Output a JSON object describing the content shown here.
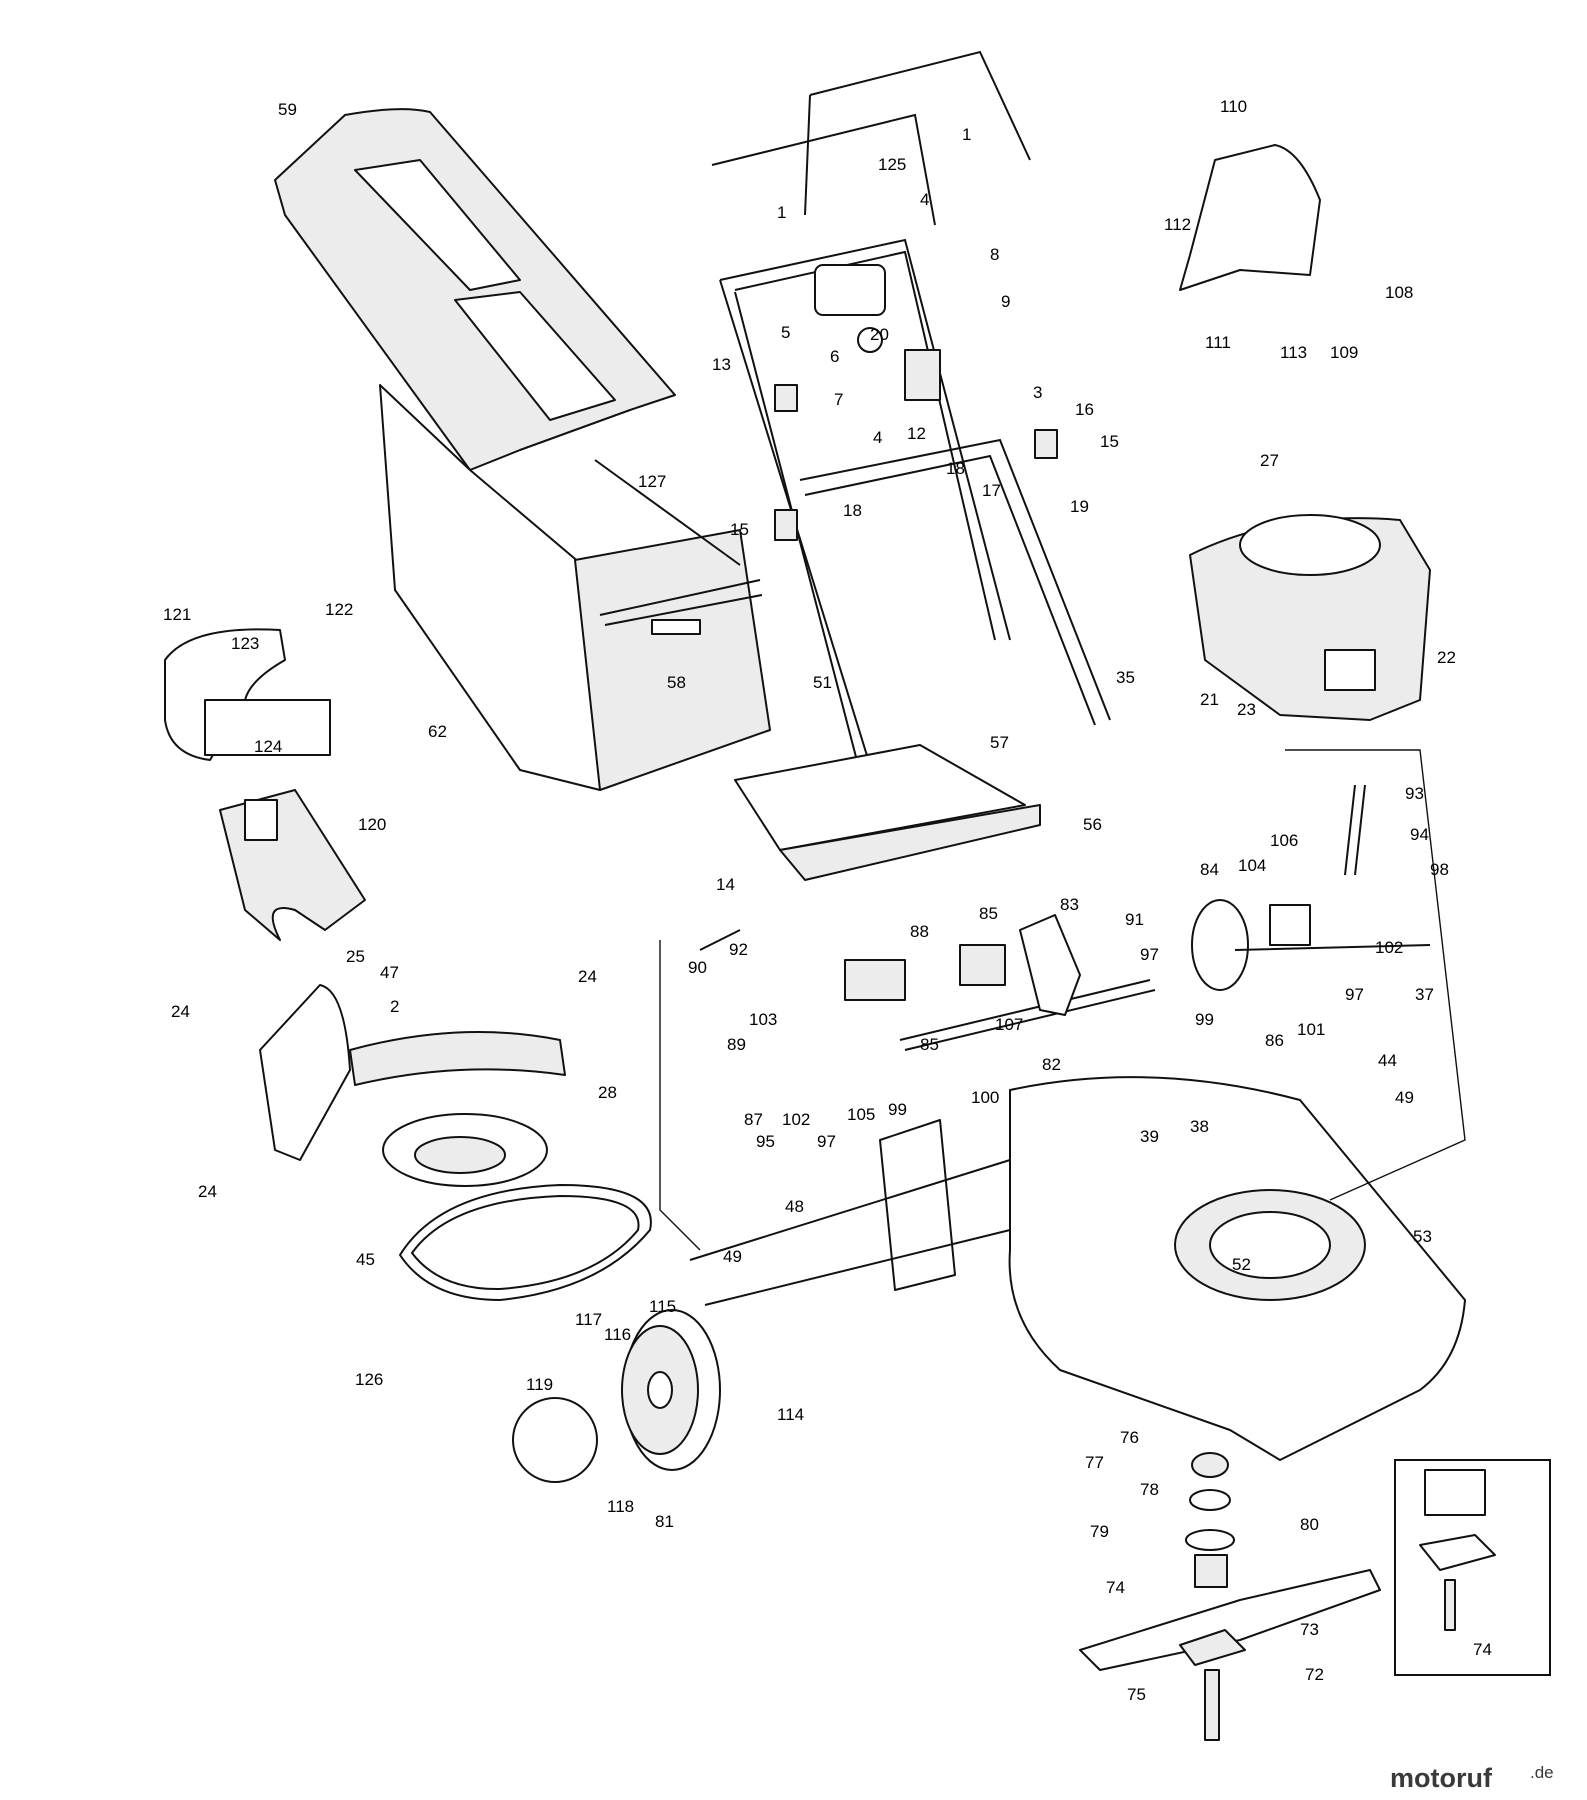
{
  "callouts": {
    "c1a": "1",
    "c1b": "1",
    "c2": "2",
    "c3": "3",
    "c4a": "4",
    "c4b": "4",
    "c5": "5",
    "c6": "6",
    "c7": "7",
    "c8": "8",
    "c9": "9",
    "c12": "12",
    "c13": "13",
    "c14": "14",
    "c15a": "15",
    "c15b": "15",
    "c16": "16",
    "c17": "17",
    "c18a": "18",
    "c18b": "18",
    "c19": "19",
    "c20": "20",
    "c21": "21",
    "c22": "22",
    "c23": "23",
    "c24a": "24",
    "c24b": "24",
    "c24c": "24",
    "c25": "25",
    "c27": "27",
    "c28": "28",
    "c35": "35",
    "c37": "37",
    "c38": "38",
    "c39": "39",
    "c44": "44",
    "c45": "45",
    "c47": "47",
    "c48": "48",
    "c49a": "49",
    "c49b": "49",
    "c51": "51",
    "c52": "52",
    "c53": "53",
    "c56": "56",
    "c57": "57",
    "c58": "58",
    "c59": "59",
    "c62": "62",
    "c72": "72",
    "c73": "73",
    "c74a": "74",
    "c74b": "74",
    "c75": "75",
    "c76": "76",
    "c77": "77",
    "c78": "78",
    "c79": "79",
    "c80": "80",
    "c81": "81",
    "c82": "82",
    "c83": "83",
    "c84": "84",
    "c85a": "85",
    "c85b": "85",
    "c86": "86",
    "c87": "87",
    "c88": "88",
    "c89": "89",
    "c90": "90",
    "c91": "91",
    "c92": "92",
    "c93": "93",
    "c94": "94",
    "c95": "95",
    "c97a": "97",
    "c97b": "97",
    "c97c": "97",
    "c98": "98",
    "c99a": "99",
    "c99b": "99",
    "c100": "100",
    "c101": "101",
    "c102a": "102",
    "c102b": "102",
    "c103": "103",
    "c104": "104",
    "c105": "105",
    "c106": "106",
    "c107": "107",
    "c108": "108",
    "c109": "109",
    "c110": "110",
    "c111": "111",
    "c112": "112",
    "c113": "113",
    "c114": "114",
    "c115": "115",
    "c116": "116",
    "c117": "117",
    "c118": "118",
    "c119": "119",
    "c120": "120",
    "c121": "121",
    "c122": "122",
    "c123": "123",
    "c124": "124",
    "c125": "125",
    "c126": "126",
    "c127": "127"
  },
  "watermark": {
    "brand": "motoruf",
    "suffix": ".de"
  }
}
